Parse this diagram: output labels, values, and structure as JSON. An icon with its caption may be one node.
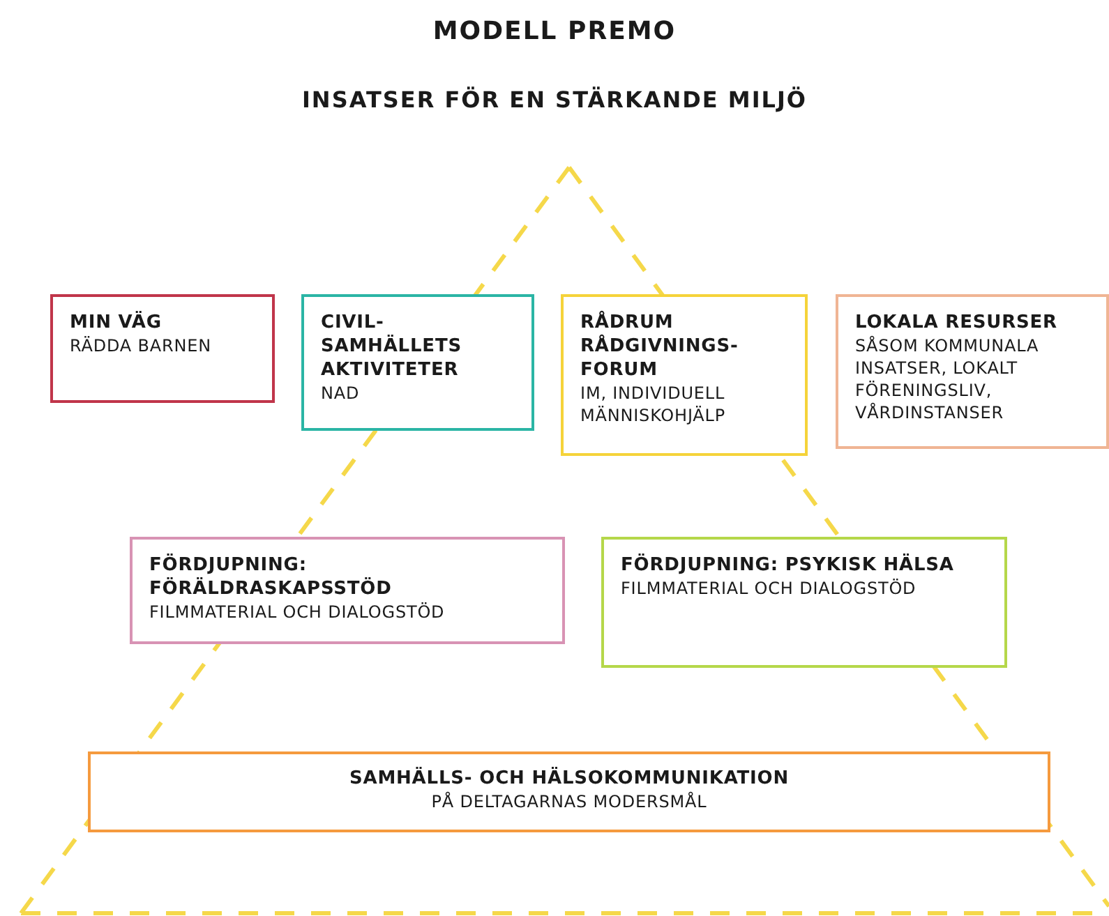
{
  "diagram": {
    "title": "MODELL PREMO",
    "nodes": [
      {
        "text": [
          "MIN VÄG",
          "RÄDDA BARNEN"
        ]
      },
      {
        "text": [
          "CIVIL- SAMHÄLLETS AKTIVITETER",
          "NAD"
        ]
      },
      {
        "text": [
          "RÅDRUM RÅDGIVNINGS- FORUM",
          "IM, INDIVIDUELL MÄNNISKOHJÄLP"
        ]
      },
      {
        "text": [
          "LOKALA RESURSER",
          "SÅSOM KOMMUNALA INSATSER, LOKALT FÖRENINGSLIV, VÅRDINSTANSER"
        ]
      },
      {
        "text": [
          "FÖRDJUPNING: FÖRÄLDRASKAPSSTÖD",
          "FILMMATERIAL OCH DIALOGSTÖD"
        ]
      },
      {
        "text": [
          "FÖRDJUPNING: PSYKISK HÄLSA",
          "FILMMATERIAL OCH DIALOGSTÖD"
        ]
      },
      {
        "text": [
          "SAMHÄLLS- OCH HÄLSOKOMMUNIKATION",
          "PÅ DELTAGARNAS MODERSMÅL"
        ]
      }
    ],
    "labels": [
      "INSATSER FÖR EN STÄRKANDE MILJÖ"
    ]
  }
}
